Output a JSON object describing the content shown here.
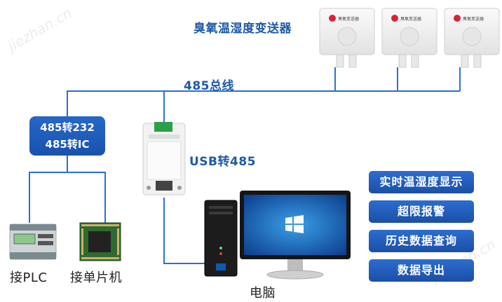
{
  "labels": {
    "sensor_title": "臭氧温湿度变送器",
    "bus": "485总线",
    "converter_line1": "485转232",
    "converter_line2": "485转IC",
    "usb_converter": "USB转485",
    "plc": "接PLC",
    "mcu": "接单片机",
    "computer": "电脑"
  },
  "sensor_device_text": "臭氧变送器",
  "features": [
    "实时温湿度显示",
    "超限报警",
    "历史数据查询",
    "数据导出"
  ],
  "watermarks": [
    "jiezhan.cn",
    "jiezhan.cn"
  ],
  "colors": {
    "line": "#2b6fd6",
    "box": "#1f5cb8",
    "label": "#1f5aa8"
  }
}
